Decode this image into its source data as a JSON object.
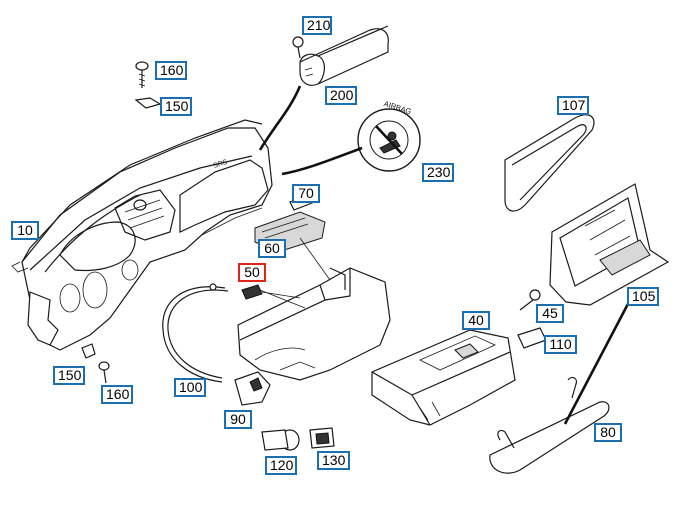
{
  "diagram": {
    "selected_callout": "50",
    "callouts": {
      "c210": "210",
      "c160a": "160",
      "c150a": "150",
      "c200": "200",
      "c107": "107",
      "c230": "230",
      "c10": "10",
      "c70": "70",
      "c60": "60",
      "c50": "50",
      "c105": "105",
      "c45": "45",
      "c40": "40",
      "c110": "110",
      "c150b": "150",
      "c160b": "160",
      "c100": "100",
      "c90": "90",
      "c80": "80",
      "c120": "120",
      "c130": "130"
    },
    "airbag_label": "AIRBAG",
    "srs_label": "SRS"
  }
}
